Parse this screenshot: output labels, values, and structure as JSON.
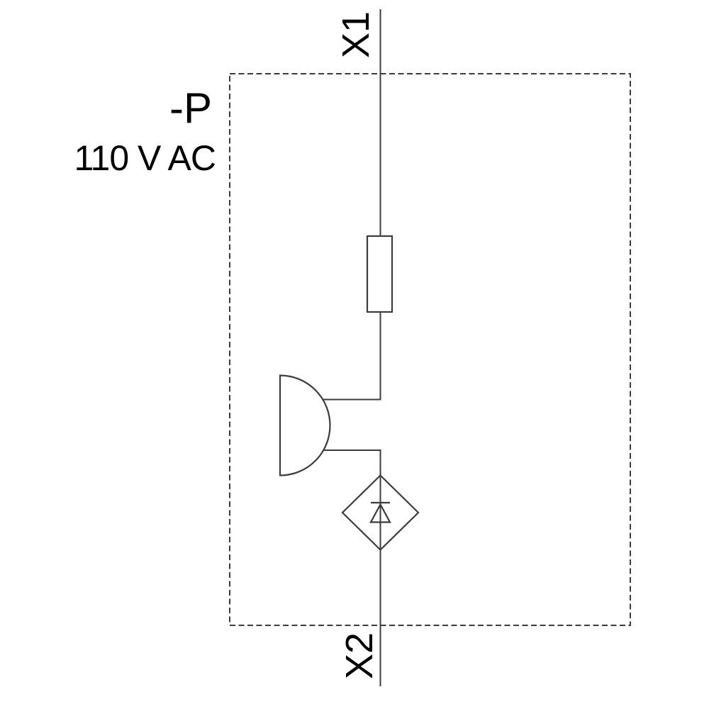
{
  "schematic": {
    "component_label": "-P",
    "voltage_label": "110 V AC",
    "terminal_top_label": "X1",
    "terminal_bottom_label": "X2",
    "symbols": {
      "boundary": "dashed-device-boundary",
      "resistor": "resistor-symbol",
      "lamp": "lamp-lens-semicircle-symbol",
      "led": "led-diode-in-diamond-symbol"
    },
    "colors": {
      "line": "#3c3c3c",
      "text": "#000000",
      "background": "#ffffff"
    }
  }
}
